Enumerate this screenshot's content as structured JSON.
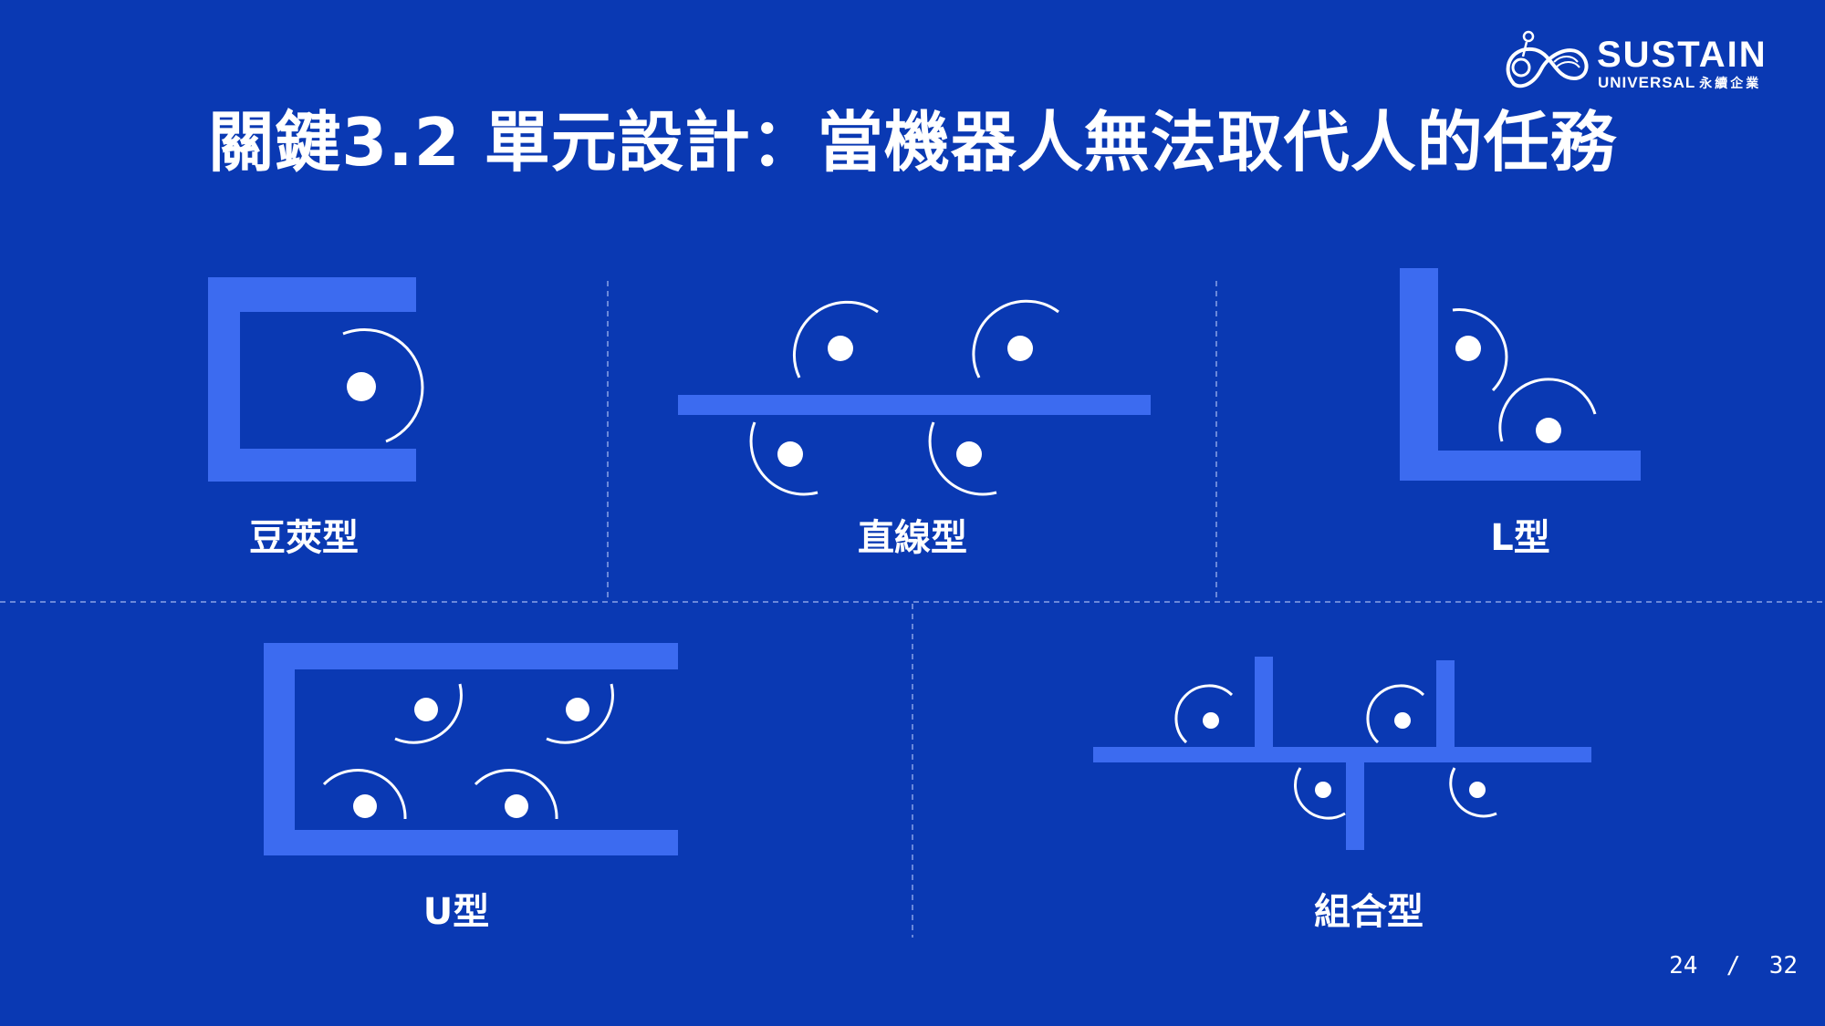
{
  "slide": {
    "title": "關鍵3.2 單元設計：當機器人無法取代人的任務",
    "page": {
      "current": "24",
      "separator": "/",
      "total": "32"
    }
  },
  "logo": {
    "word": "SUSTAIN",
    "sub_en": "UNIVERSAL",
    "sub_zh": "永續企業",
    "icon": "sustain-universal-logo-icon"
  },
  "layouts": [
    {
      "id": "pod",
      "label": "豆莢型"
    },
    {
      "id": "straight",
      "label": "直線型"
    },
    {
      "id": "l-shape",
      "label": "L型"
    },
    {
      "id": "u-shape",
      "label": "U型"
    },
    {
      "id": "combo",
      "label": "組合型"
    }
  ],
  "colors": {
    "background": "#0a39b3",
    "bar": "#3c6bf0",
    "worker": "#ffffff",
    "divider": "#8aa3e8"
  }
}
